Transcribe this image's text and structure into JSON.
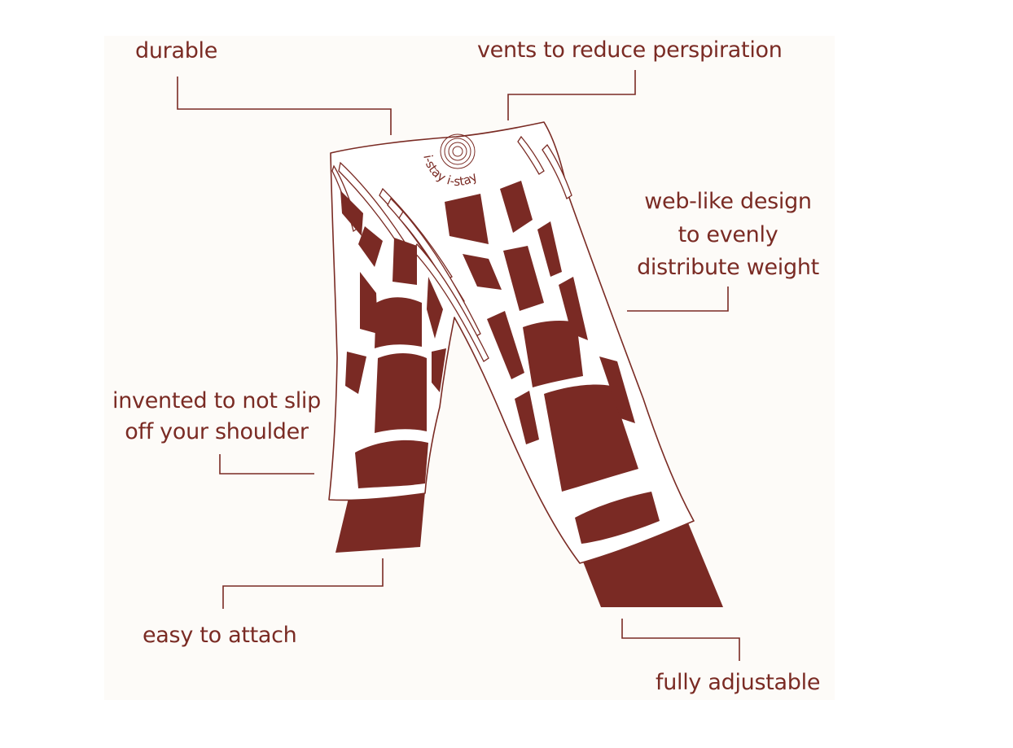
{
  "diagram": {
    "labels": {
      "durable": "durable",
      "vents": "vents to reduce perspiration",
      "web_line1": "web-like design",
      "web_line2": "to evenly",
      "web_line3": "distribute weight",
      "slip_line1": "invented to not slip",
      "slip_line2": "off your shoulder",
      "attach": "easy to attach",
      "adjustable": "fully adjustable"
    },
    "logo_text": "i-stay i-stay",
    "colors": {
      "brand": "#7a2a24",
      "background": "#fdfbf8"
    }
  }
}
